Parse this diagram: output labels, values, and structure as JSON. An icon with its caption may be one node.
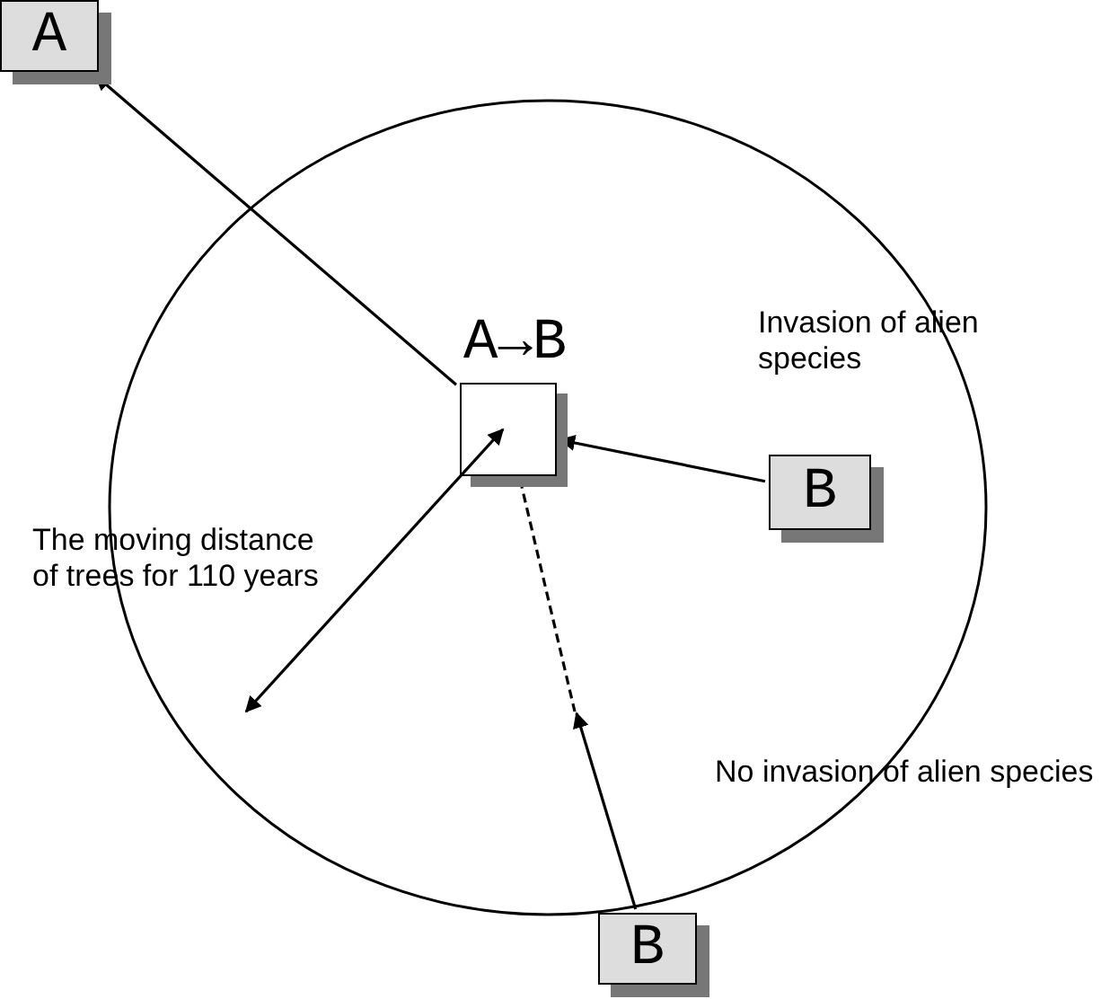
{
  "diagram": {
    "nodes": [
      {
        "text": [],
        "shape": "circle"
      },
      {
        "text": [
          "A→B"
        ],
        "in": 0
      },
      {
        "text": [
          "A"
        ]
      },
      {
        "text": [
          "B"
        ],
        "in": 0
      },
      {
        "text": [
          "B"
        ]
      }
    ],
    "edges": [
      {
        "from": 1,
        "to": 2,
        "arrow": "to"
      },
      {
        "from": 3,
        "to": 1,
        "arrow": "to"
      },
      {
        "from": 4,
        "to": null,
        "arrow": "to"
      },
      {
        "from": 1,
        "to": null,
        "arrow": "none",
        "style": "dashed"
      }
    ],
    "labels": [
      "Invasion of alien species",
      "The moving distance of trees for 110 years",
      "No invasion of alien species"
    ]
  }
}
